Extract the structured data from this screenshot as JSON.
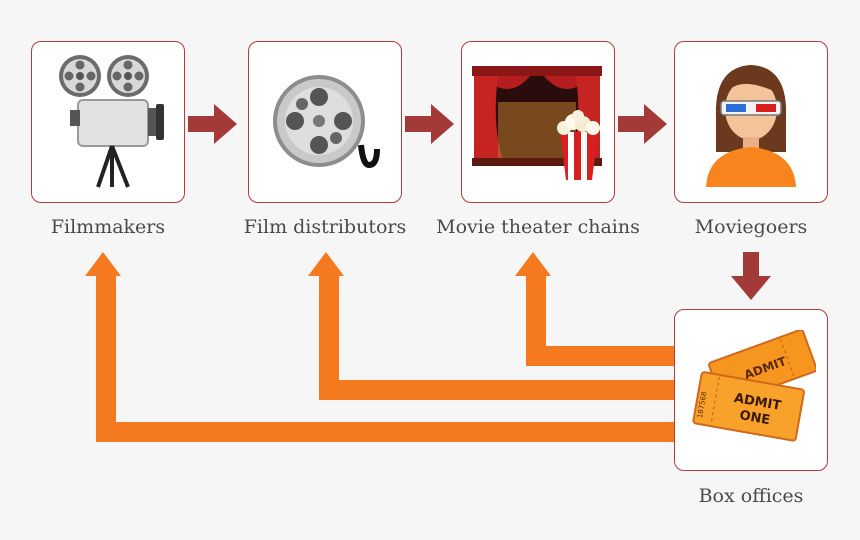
{
  "nodes": [
    {
      "id": "filmmakers",
      "label": "Filmmakers",
      "icon": "film-camera-icon"
    },
    {
      "id": "distributors",
      "label": "Film distributors",
      "icon": "film-reel-icon"
    },
    {
      "id": "theaters",
      "label": "Movie theater chains",
      "icon": "theater-stage-popcorn-icon"
    },
    {
      "id": "moviegoers",
      "label": "Moviegoers",
      "icon": "moviegoer-3d-glasses-icon"
    },
    {
      "id": "boxoffices",
      "label": "Box offices",
      "icon": "admit-one-tickets-icon",
      "ticket_text": [
        "ADMIT",
        "ONE"
      ],
      "ticket_number": "187568"
    }
  ],
  "colors": {
    "node_border": "#b33b3b",
    "forward_arrow": "#a33a37",
    "money_arrow": "#f57a1f",
    "label_text": "#4a4a4a",
    "background": "#f6f6f6"
  }
}
